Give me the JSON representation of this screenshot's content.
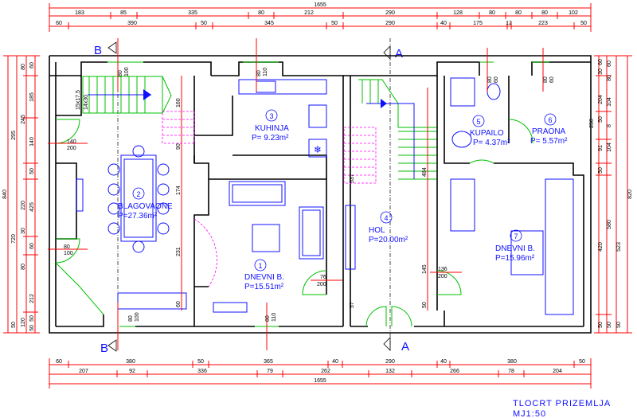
{
  "top_dims": {
    "total": "1655",
    "row1": [
      "183",
      "85",
      "335",
      "80",
      "212",
      "290",
      "128",
      "80",
      "80",
      "80",
      "102"
    ],
    "row2": [
      "60",
      "390",
      "50",
      "345",
      "50",
      "290",
      "40",
      "175",
      "12",
      "223",
      "50"
    ]
  },
  "bottom_dims": {
    "row1": [
      "60",
      "380",
      "50",
      "365",
      "40",
      "290",
      "40",
      "380",
      "50"
    ],
    "row2": [
      "207",
      "92",
      "336",
      "79",
      "262",
      "132",
      "266",
      "78",
      "204"
    ],
    "total": "1655"
  },
  "left_dims": {
    "col1": [
      "60",
      "185",
      "140",
      "50",
      "425",
      "60",
      "212",
      "50",
      "50"
    ],
    "col2": [
      "80",
      "245",
      "220",
      "30",
      "80",
      "120"
    ],
    "col3": [
      "295",
      "720",
      "50"
    ],
    "col4": [
      "840"
    ]
  },
  "right_dims": {
    "col1": [
      "60",
      "30",
      "204",
      "50",
      "91",
      "250",
      "50",
      "420",
      "50"
    ],
    "col2": [
      "60",
      "80",
      "104",
      "8",
      "104",
      "580",
      "50"
    ],
    "col3": [
      "523",
      "50"
    ],
    "col4": [
      "820"
    ]
  },
  "rooms": [
    {
      "num": "1",
      "name": "DNEVNI B.",
      "area": "P=15.51m²"
    },
    {
      "num": "2",
      "name": "BLAGOVAONE",
      "area": "P=27.36m²"
    },
    {
      "num": "3",
      "name": "KUHINJA",
      "area": "P= 9.23m²"
    },
    {
      "num": "4",
      "name": "HOL",
      "area": "P=20.00m²"
    },
    {
      "num": "5",
      "name": "KUPAILO",
      "area": "P= 4.37m²"
    },
    {
      "num": "6",
      "name": "PRAONA",
      "area": "P= 5.57m²"
    },
    {
      "num": "7",
      "name": "DNEVNI B.",
      "area": "P=15.96m²"
    }
  ],
  "sections": [
    "B",
    "A",
    "B",
    "A"
  ],
  "openings": {
    "o1": "140",
    "o1b": "200",
    "o2": "80",
    "o2b": "100",
    "o3": "76",
    "o3b": "200",
    "o4": "136",
    "o4b": "200",
    "top1": "80",
    "top1b": "100",
    "top2": "80",
    "top2b": "110",
    "top3": "80",
    "top3b": "60",
    "top4": "80",
    "top4b": "60",
    "bot1": "80",
    "bot1b": "100",
    "bot2": "80",
    "bot2b": "110",
    "stair1": "15x17.5",
    "stair1b": "14x30",
    "stair2": "484",
    "stair3": "537"
  },
  "inner_dims": [
    "160",
    "174",
    "231",
    "60",
    "90",
    "145",
    "57",
    "50"
  ],
  "title": {
    "line1": "TLOCRT PRIZEMLJA",
    "line2": "MJ1:50"
  }
}
